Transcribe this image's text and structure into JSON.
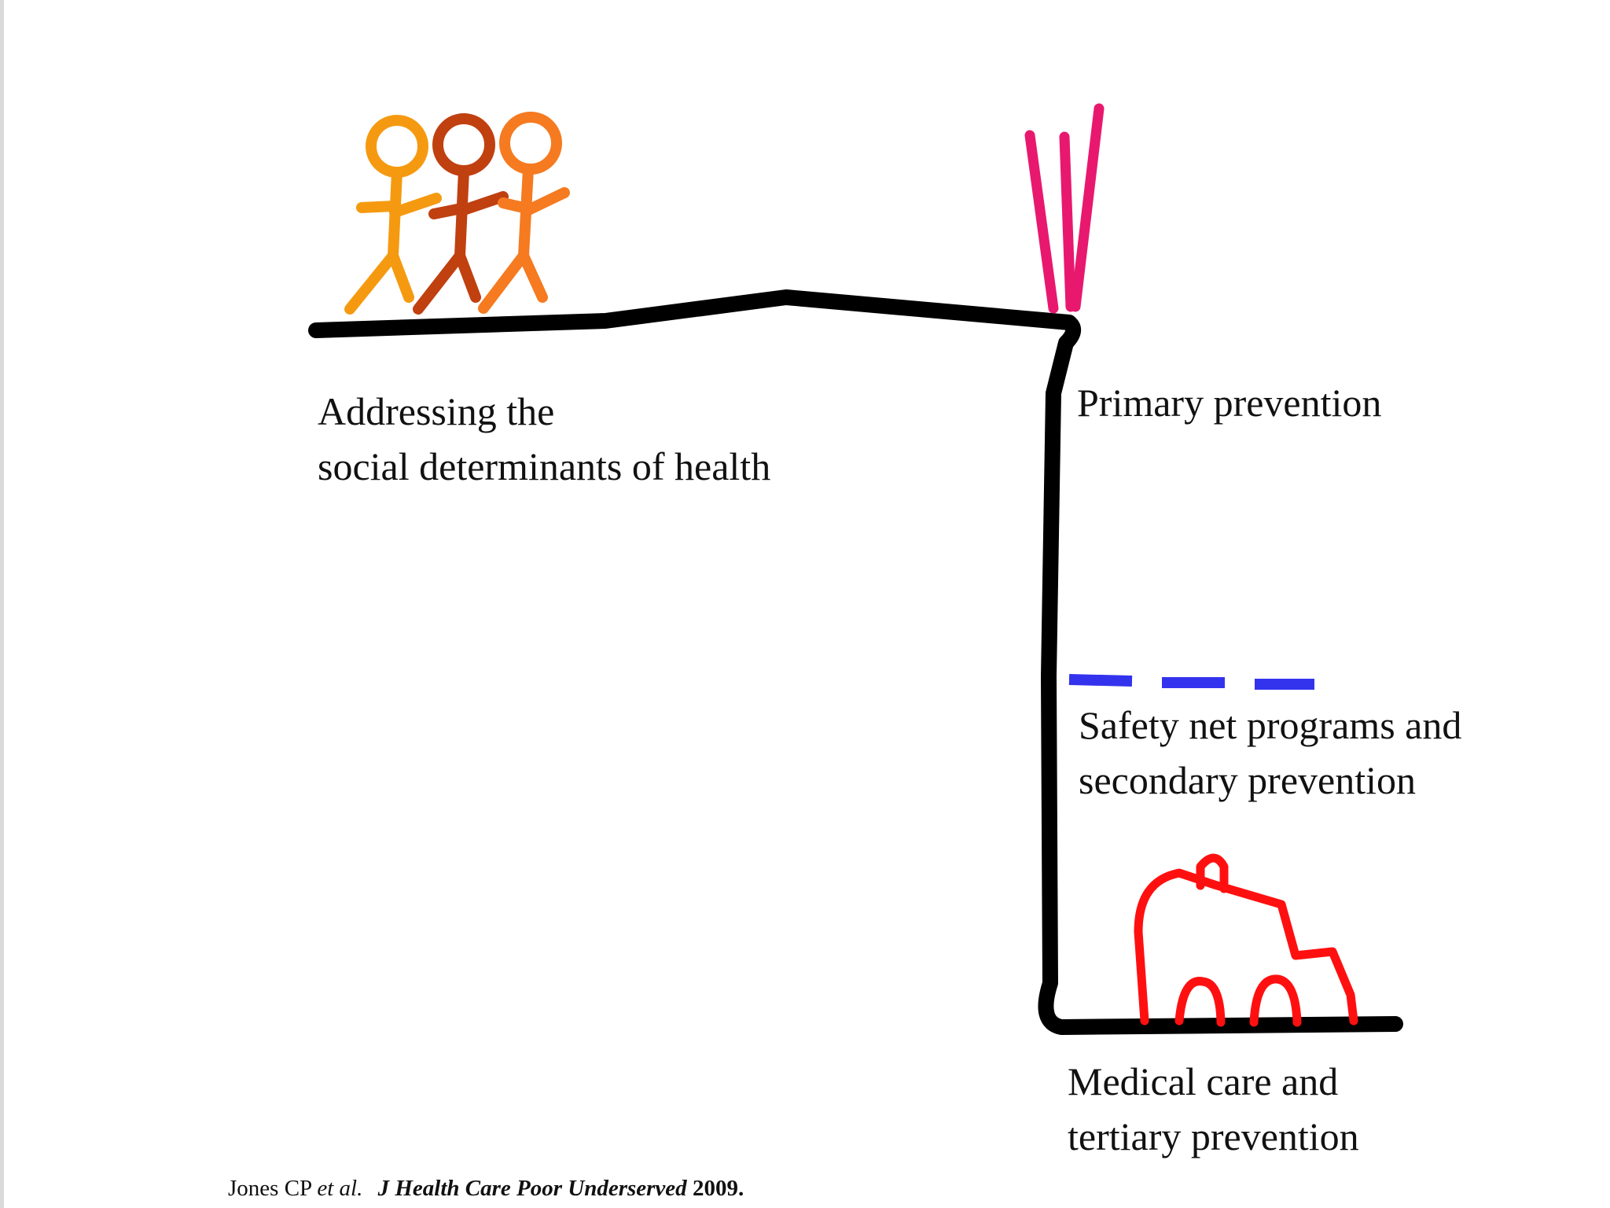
{
  "labels": {
    "social_determinants": {
      "line1": "Addressing the",
      "line2": "social determinants of health"
    },
    "primary": "Primary prevention",
    "safety_net": {
      "line1": "Safety net programs and",
      "line2": "secondary prevention"
    },
    "medical_care": {
      "line1": "Medical care and",
      "line2": "tertiary prevention"
    }
  },
  "citation": {
    "authors": "Jones CP",
    "etal": "et al.",
    "journal": "J Health Care Poor Underserved",
    "year": "2009."
  },
  "colors": {
    "cliff": "#000000",
    "fence": "#e8186f",
    "safety_net": "#3333ee",
    "ambulance": "#ff1010",
    "person_1": "#f59a10",
    "person_2": "#c04010",
    "person_3": "#f57a20"
  }
}
